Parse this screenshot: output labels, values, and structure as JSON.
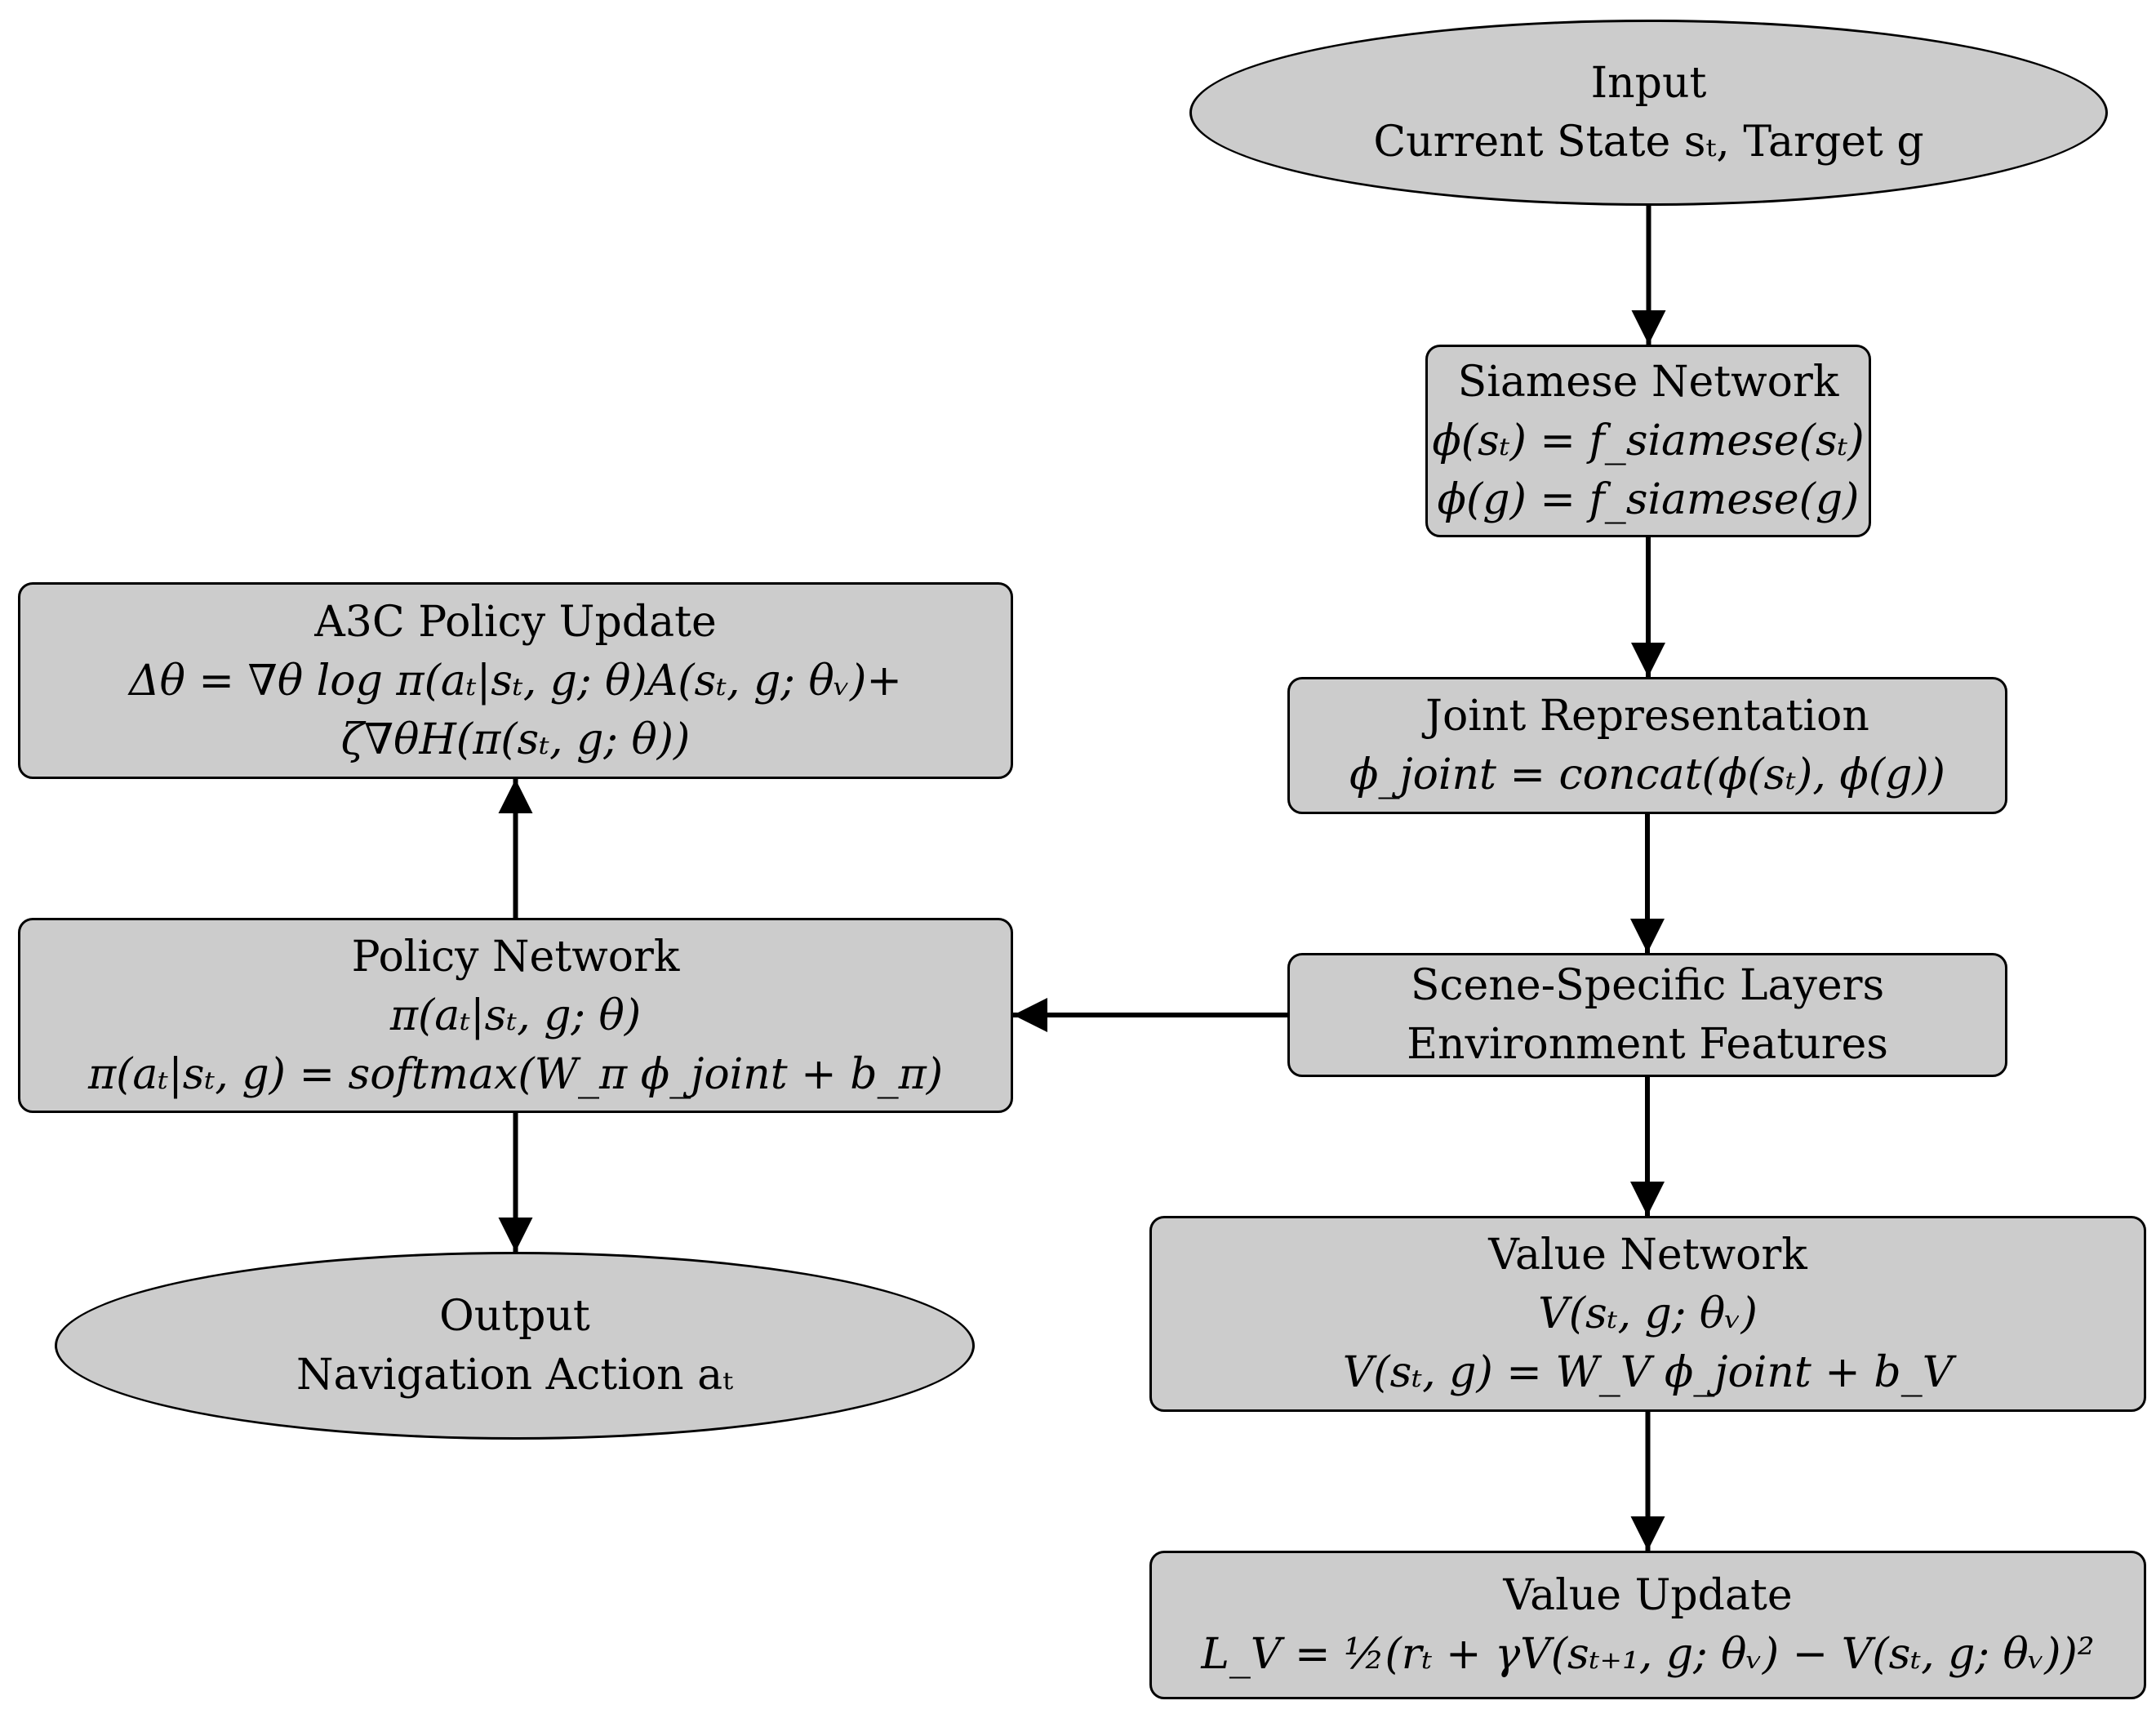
{
  "nodes": {
    "input": {
      "lines": [
        "Input",
        "Current State sₜ, Target g"
      ]
    },
    "siamese": {
      "lines": [
        "Siamese Network",
        "ϕ(sₜ) = f_siamese(sₜ)",
        "ϕ(g) = f_siamese(g)"
      ]
    },
    "joint": {
      "lines": [
        "Joint Representation",
        "ϕ_joint = concat(ϕ(sₜ), ϕ(g))"
      ]
    },
    "scene": {
      "lines": [
        "Scene-Specific Layers",
        "Environment Features"
      ]
    },
    "value_net": {
      "lines": [
        "Value Network",
        "V(sₜ, g; θᵥ)",
        "V(sₜ, g) = W_V ϕ_joint + b_V"
      ]
    },
    "value_update": {
      "lines": [
        "Value Update",
        "L_V = ½(rₜ + γV(sₜ₊₁, g; θᵥ) − V(sₜ, g; θᵥ))²"
      ]
    },
    "a3c": {
      "lines": [
        "A3C Policy Update",
        "Δθ = ∇θ log π(aₜ|sₜ, g; θ)A(sₜ, g; θᵥ)+",
        "ζ∇θH(π(sₜ, g; θ))"
      ]
    },
    "policy": {
      "lines": [
        "Policy Network",
        "π(aₜ|sₜ, g; θ)",
        "π(aₜ|sₜ, g) = softmax(W_π ϕ_joint + b_π)"
      ]
    },
    "output": {
      "lines": [
        "Output",
        "Navigation Action aₜ"
      ]
    }
  },
  "edges": [
    [
      "input",
      "siamese"
    ],
    [
      "siamese",
      "joint"
    ],
    [
      "joint",
      "scene"
    ],
    [
      "scene",
      "value_net"
    ],
    [
      "value_net",
      "value_update"
    ],
    [
      "scene",
      "policy"
    ],
    [
      "policy",
      "a3c"
    ],
    [
      "policy",
      "output"
    ]
  ]
}
